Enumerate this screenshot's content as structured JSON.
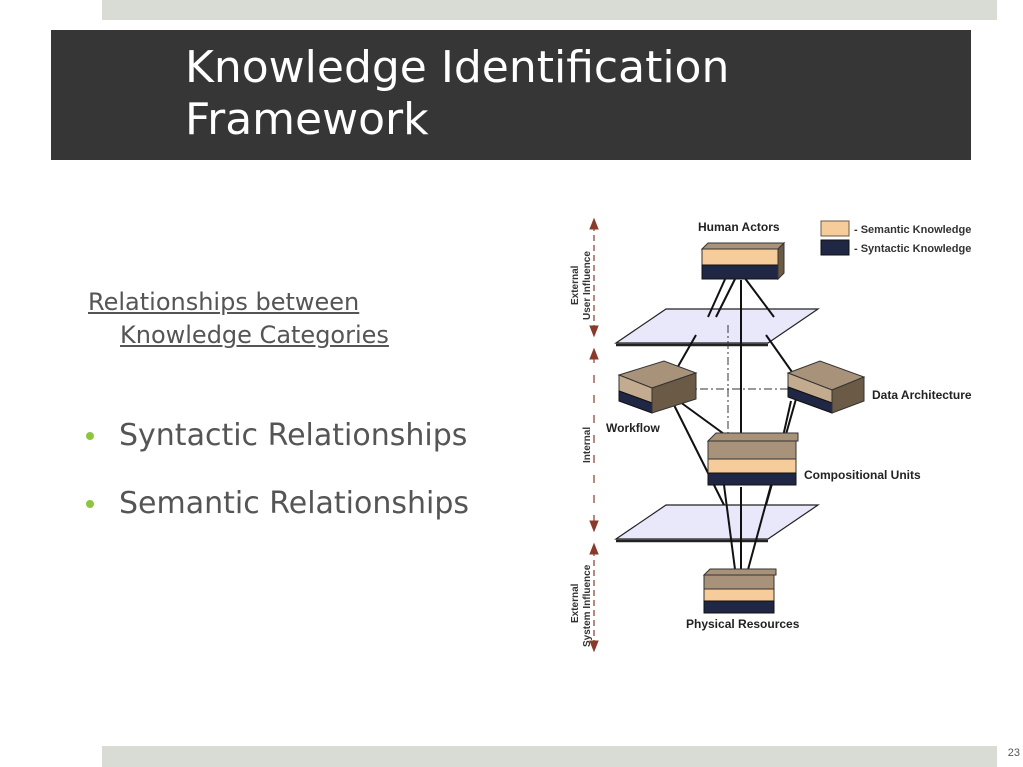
{
  "slide": {
    "title_line1": "Knowledge Identification",
    "title_line2": "Framework",
    "subheading_line1": "Relationships between",
    "subheading_line2": "Knowledge Categories",
    "bullets": [
      "Syntactic Relationships",
      "Semantic Relationships"
    ],
    "page_number": "23"
  },
  "diagram": {
    "legend": {
      "semantic": "- Semantic Knowledge",
      "syntactic": "- Syntactic Knowledge"
    },
    "labels": {
      "human_actors": "Human Actors",
      "data_architecture": "Data Architecture",
      "workflow": "Workflow",
      "compositional_units": "Compositional Units",
      "physical_resources": "Physical Resources"
    },
    "side_labels": {
      "external_user_1": "External",
      "external_user_2": "User Influence",
      "internal": "Internal",
      "external_system_1": "External",
      "external_system_2": "System Influence"
    },
    "colors": {
      "semantic": "#f6cc9a",
      "syntactic": "#1f2744",
      "block_top": "#a8937a",
      "plane": "#e8e8fa",
      "bullet": "#8cc63f",
      "title_bar": "#363636"
    }
  }
}
